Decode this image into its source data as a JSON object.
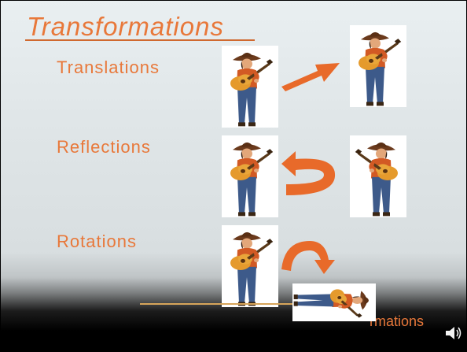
{
  "slide": {
    "title": "Transformations",
    "footer_text": "rmations",
    "accent_color": "#e8783a",
    "arrow_color": "#e86a2a"
  },
  "sections": [
    {
      "label": "Translations",
      "icon": "right-arrow-icon"
    },
    {
      "label": "Reflections",
      "icon": "u-turn-arrow-icon"
    },
    {
      "label": "Rotations",
      "icon": "curved-arrow-icon"
    }
  ],
  "icons": {
    "speaker": "speaker-icon"
  }
}
